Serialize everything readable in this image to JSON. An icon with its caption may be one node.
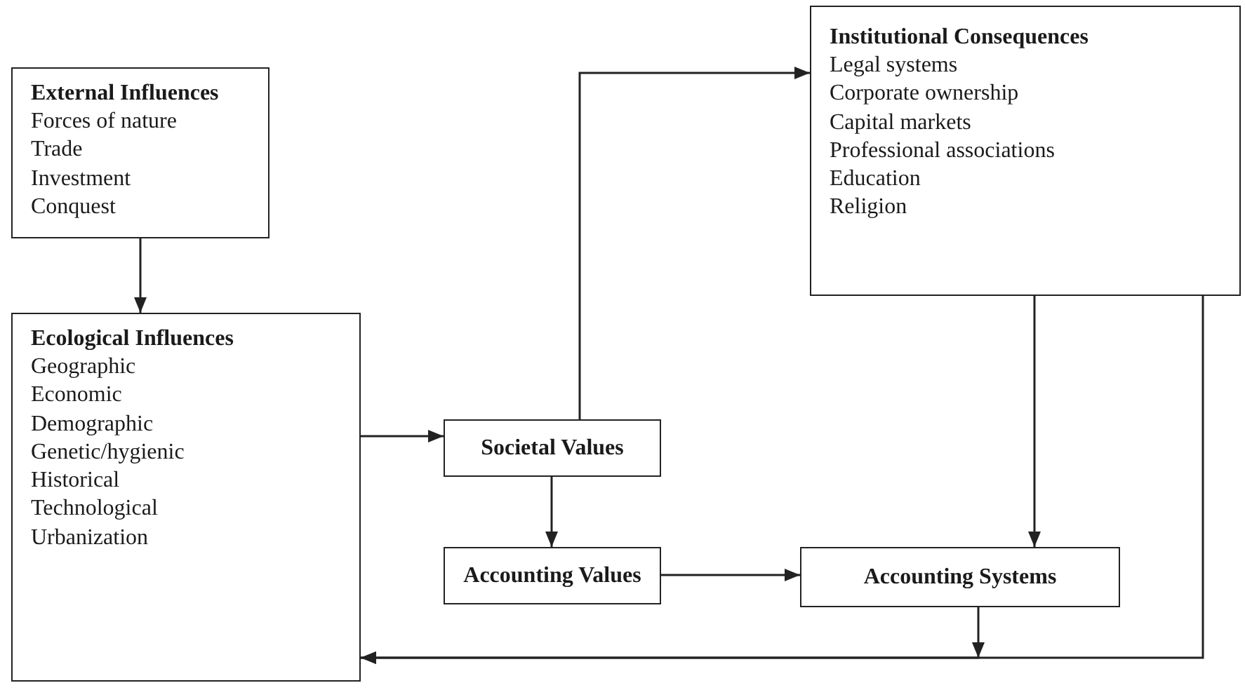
{
  "diagram": {
    "nodes": [
      {
        "text": [
          "External Influences",
          "Forces of nature",
          "Trade",
          "Investment",
          "Conquest"
        ]
      },
      {
        "text": [
          "Ecological Influences",
          "Geographic",
          "Economic",
          "Demographic",
          "Genetic/hygienic",
          "Historical",
          "Technological",
          "Urbanization"
        ]
      },
      {
        "text": [
          "Societal Values"
        ]
      },
      {
        "text": [
          "Institutional Consequences",
          "Legal systems",
          "Corporate ownership",
          "Capital markets",
          "Professional associations",
          "Education",
          "Religion"
        ]
      },
      {
        "text": [
          "Accounting Values"
        ]
      },
      {
        "text": [
          "Accounting Systems"
        ]
      }
    ],
    "edges": [
      {
        "from": 0,
        "to": 1,
        "arrow": "to"
      },
      {
        "from": 1,
        "to": 2,
        "arrow": "to"
      },
      {
        "from": 2,
        "to": 3,
        "arrow": "to"
      },
      {
        "from": 2,
        "to": 4,
        "arrow": "to"
      },
      {
        "from": 3,
        "to": 5,
        "arrow": "to"
      },
      {
        "from": 4,
        "to": 5,
        "arrow": "to"
      },
      {
        "from": 5,
        "to": 1,
        "arrow": "to"
      },
      {
        "from": 3,
        "to": 1,
        "arrow": "to"
      }
    ]
  }
}
